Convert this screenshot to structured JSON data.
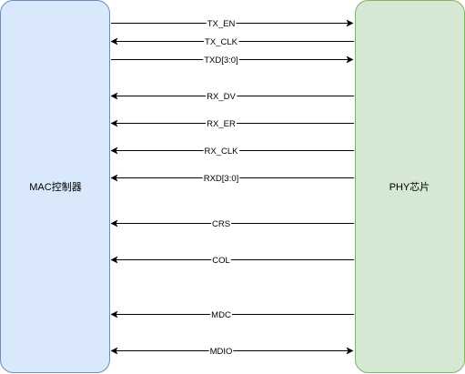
{
  "mac": {
    "label": "MAC控制器",
    "fill": "#dae8fc",
    "stroke": "#6c8ebf"
  },
  "phy": {
    "label": "PHY芯片",
    "fill": "#d5e8d4",
    "stroke": "#82b366"
  },
  "signals": [
    {
      "name": "TX_EN",
      "direction": "mac-to-phy"
    },
    {
      "name": "TX_CLK",
      "direction": "phy-to-mac"
    },
    {
      "name": "TXD[3:0]",
      "direction": "mac-to-phy"
    },
    {
      "name": "RX_DV",
      "direction": "phy-to-mac"
    },
    {
      "name": "RX_ER",
      "direction": "phy-to-mac"
    },
    {
      "name": "RX_CLK",
      "direction": "phy-to-mac"
    },
    {
      "name": "RXD[3:0]",
      "direction": "phy-to-mac"
    },
    {
      "name": "CRS",
      "direction": "phy-to-mac"
    },
    {
      "name": "COL",
      "direction": "phy-to-mac"
    },
    {
      "name": "MDC",
      "direction": "phy-to-mac"
    },
    {
      "name": "MDIO",
      "direction": "bidirectional"
    }
  ]
}
